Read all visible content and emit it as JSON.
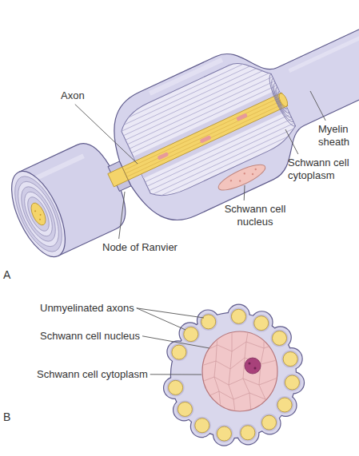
{
  "diagram": {
    "labels": [
      "Axon",
      "Myelin sheath",
      "Schwann cell cytoplasm",
      "Schwann cell nucleus",
      "Node of Ranvier",
      "A",
      "Unmyelinated axons",
      "Schwann cell nucleus",
      "Schwann cell cytoplasm",
      "B"
    ]
  }
}
